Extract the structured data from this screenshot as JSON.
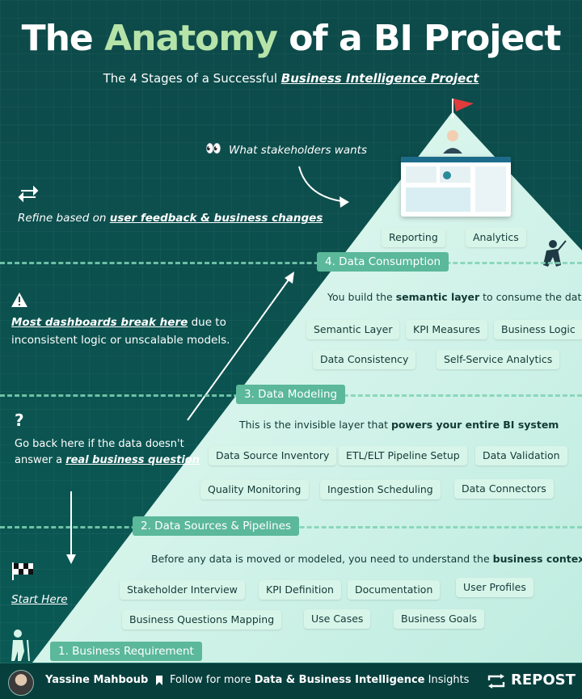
{
  "header": {
    "title_pre": "The ",
    "title_accent": "Anatomy",
    "title_post": " of a BI Project",
    "subtitle_pre": "The 4 Stages of a Successful ",
    "subtitle_em": "Business Intelligence Project"
  },
  "top": {
    "eyes": "👀",
    "stakeholders": "What stakeholders wants",
    "pills": [
      "Reporting",
      "Analytics"
    ]
  },
  "left_notes": {
    "refine_pre": "Refine based on ",
    "refine_em": "user feedback & business changes",
    "warn_em": "Most dashboards break here",
    "warn_post": " due to",
    "warn_line2": "inconsistent logic or unscalable models.",
    "question_mark": "?",
    "question_line1": "Go back here if the data doesn't",
    "question_pre": "answer a ",
    "question_em": "real business question",
    "start": "Start Here"
  },
  "stages": [
    {
      "label": "4. Data Consumption",
      "desc_pre": "You build the ",
      "desc_bold": "semantic layer",
      "desc_post": " to consume the data",
      "pills": [
        "Semantic Layer",
        "KPI Measures",
        "Business Logic",
        "Data Consistency",
        "Self-Service Analytics"
      ]
    },
    {
      "label": "3. Data Modeling",
      "desc_pre": "This is the invisible layer that ",
      "desc_bold": "powers your entire BI system",
      "desc_post": "",
      "pills": [
        "Data Source Inventory",
        "ETL/ELT Pipeline Setup",
        "Data Validation",
        "Quality Monitoring",
        "Ingestion Scheduling",
        "Data Connectors"
      ]
    },
    {
      "label": "2. Data Sources & Pipelines",
      "desc_pre": "Before any data is moved or modeled, you need to understand the ",
      "desc_bold": "business context",
      "desc_post": "",
      "pills": [
        "Stakeholder Interview",
        "KPI Definition",
        "Documentation",
        "User Profiles",
        "Business Questions Mapping",
        "Use Cases",
        "Business Goals"
      ]
    },
    {
      "label": "1. Business Requirement"
    }
  ],
  "footer": {
    "name": "Yassine Mahboub",
    "follow_pre": "Follow for more ",
    "follow_bold": "Data & Business Intelligence",
    "follow_post": " Insights",
    "repost": "REPOST"
  },
  "colors": {
    "background": "#0b4f4c",
    "pyramid": "#c9f0e2",
    "accent": "#b6e3a8",
    "stage_label": "#5bb89a",
    "flag": "#e23b3b"
  }
}
